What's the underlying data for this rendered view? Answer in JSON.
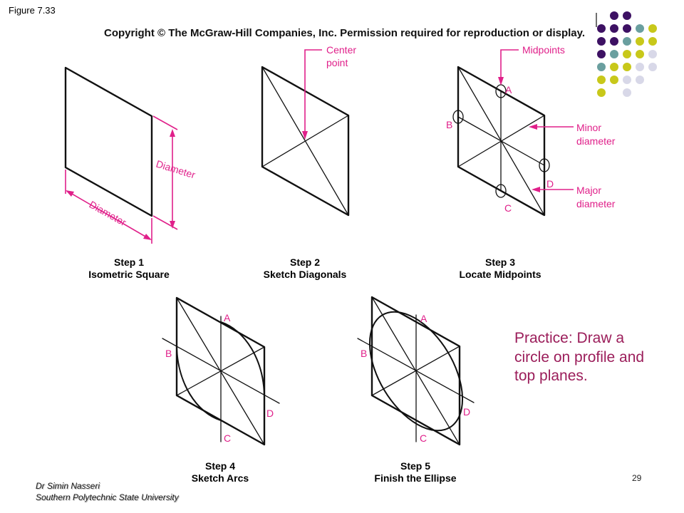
{
  "figure_label": "Figure 7.33",
  "copyright": "Copyright © The McGraw-Hill Companies, Inc. Permission required for reproduction or display.",
  "steps": [
    {
      "number": "Step 1",
      "title": "Isometric Square"
    },
    {
      "number": "Step 2",
      "title": "Sketch Diagonals"
    },
    {
      "number": "Step 3",
      "title": "Locate Midpoints"
    },
    {
      "number": "Step 4",
      "title": "Sketch Arcs"
    },
    {
      "number": "Step 5",
      "title": "Finish the Ellipse"
    }
  ],
  "annotations": {
    "diameter_vertical": "Diameter",
    "diameter_horizontal": "Diameter",
    "center_point_line1": "Center",
    "center_point_line2": "point",
    "midpoints": "Midpoints",
    "minor_diameter_line1": "Minor",
    "minor_diameter_line2": "diameter",
    "major_diameter_line1": "Major",
    "major_diameter_line2": "diameter"
  },
  "point_labels": {
    "a": "A",
    "b": "B",
    "c": "C",
    "d": "D"
  },
  "practice_text": "Practice: Draw a circle on profile and top planes.",
  "footer": {
    "author": "Dr Simin Nasseri",
    "institution": "Southern Polytechnic State University"
  },
  "page_number": "29",
  "colors": {
    "annotation": "#e0208a",
    "practice": "#9b1d5a",
    "dot_purple": "#3d1163",
    "dot_teal": "#6a9f9f",
    "dot_yellow": "#c8c81a",
    "dot_lavender": "#d8d8e8"
  }
}
